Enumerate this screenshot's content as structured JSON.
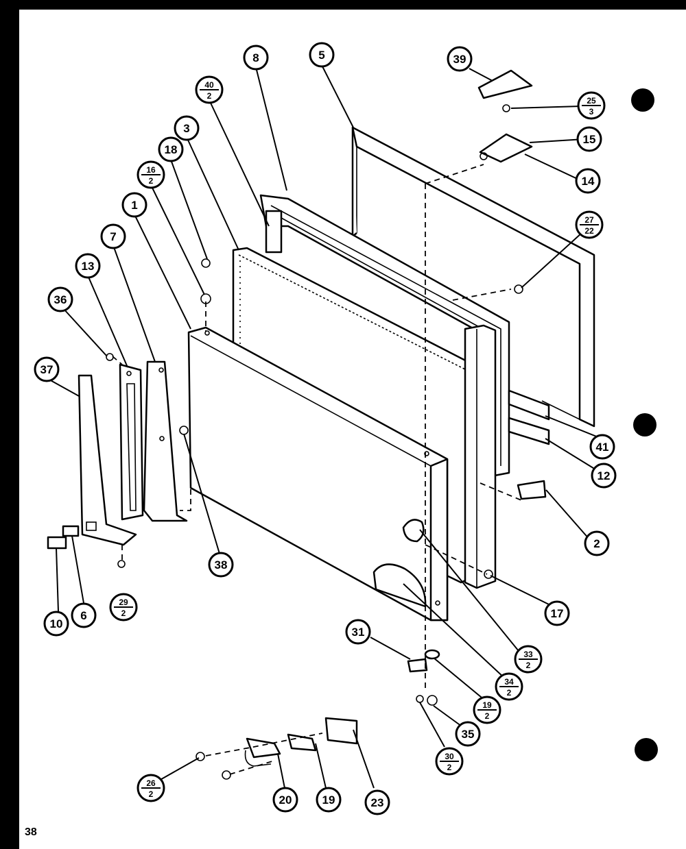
{
  "page_number": "38",
  "callouts": [
    {
      "id": "c8",
      "text": "8"
    },
    {
      "id": "c5",
      "text": "5"
    },
    {
      "id": "c39",
      "text": "39"
    },
    {
      "id": "c25",
      "top": "25",
      "bottom": "3"
    },
    {
      "id": "c40",
      "top": "40",
      "bottom": "2"
    },
    {
      "id": "c3",
      "text": "3"
    },
    {
      "id": "c15",
      "text": "15"
    },
    {
      "id": "c18",
      "text": "18"
    },
    {
      "id": "c16",
      "top": "16",
      "bottom": "2"
    },
    {
      "id": "c14",
      "text": "14"
    },
    {
      "id": "c1",
      "text": "1"
    },
    {
      "id": "c27",
      "top": "27",
      "bottom": "22"
    },
    {
      "id": "c7",
      "text": "7"
    },
    {
      "id": "c13",
      "text": "13"
    },
    {
      "id": "c36",
      "text": "36"
    },
    {
      "id": "c37",
      "text": "37"
    },
    {
      "id": "c41",
      "text": "41"
    },
    {
      "id": "c12",
      "text": "12"
    },
    {
      "id": "c2",
      "text": "2"
    },
    {
      "id": "c38",
      "text": "38"
    },
    {
      "id": "c17",
      "text": "17"
    },
    {
      "id": "c29",
      "top": "29",
      "bottom": "2"
    },
    {
      "id": "c10",
      "text": "10"
    },
    {
      "id": "c6",
      "text": "6"
    },
    {
      "id": "c31",
      "text": "31"
    },
    {
      "id": "c33",
      "top": "33",
      "bottom": "2"
    },
    {
      "id": "c34",
      "top": "34",
      "bottom": "2"
    },
    {
      "id": "c19b",
      "top": "19",
      "bottom": "2"
    },
    {
      "id": "c35",
      "text": "35"
    },
    {
      "id": "c30",
      "top": "30",
      "bottom": "2"
    },
    {
      "id": "c26",
      "top": "26",
      "bottom": "2"
    },
    {
      "id": "c20",
      "text": "20"
    },
    {
      "id": "c19",
      "text": "19"
    },
    {
      "id": "c23",
      "text": "23"
    }
  ]
}
